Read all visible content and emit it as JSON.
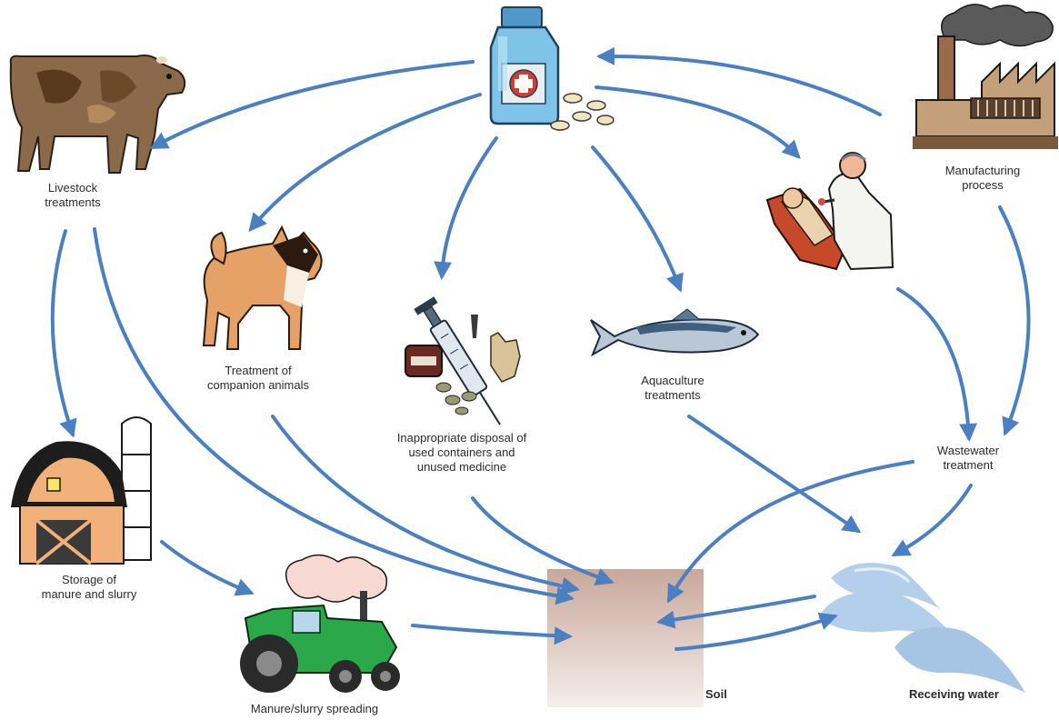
{
  "labels": {
    "livestock": "Livestock\ntreatments",
    "companion": "Treatment of\ncompanion animals",
    "disposal": "Inappropriate disposal of\nused containers and\nunused medicine",
    "aquaculture": "Aquaculture\ntreatments",
    "manufacturing": "Manufacturing\nprocess",
    "wastewater": "Wastewater\ntreatment",
    "storage": "Storage of\nmanure and slurry",
    "spreading": "Manure/slurry spreading",
    "soil": "Soil",
    "receiving_water": "Receiving water"
  },
  "colors": {
    "arrow": "#4a7fc1",
    "soil_top": "#c9a79a",
    "soil_bottom": "#f2ece8",
    "water": "#a9c8e8"
  },
  "icons": [
    "medicine-bottle-icon",
    "pills-icon",
    "cow-icon",
    "dog-icon",
    "syringe-icon",
    "fish-icon",
    "doctor-patient-icon",
    "factory-icon",
    "barn-icon",
    "tractor-icon",
    "soil-icon",
    "water-waves-icon"
  ]
}
